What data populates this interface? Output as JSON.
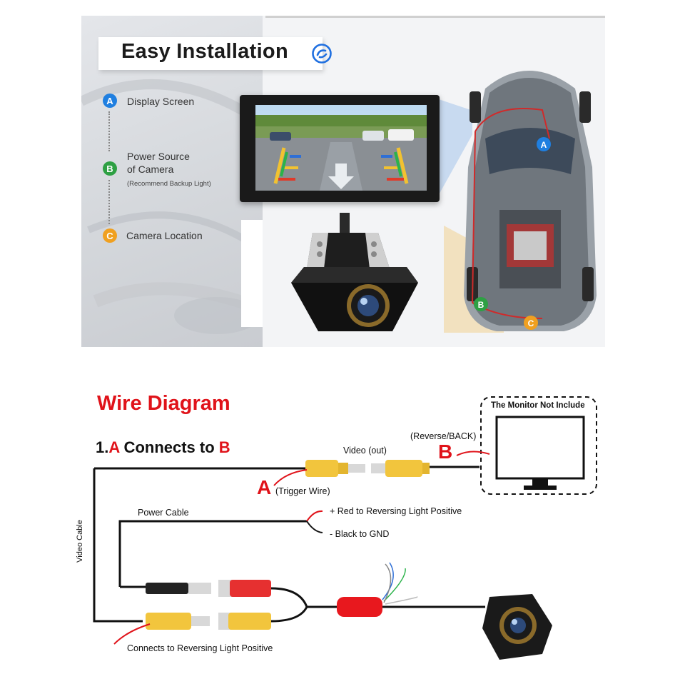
{
  "installation": {
    "title": "Easy Installation",
    "steps": [
      {
        "badge": "A",
        "label": "Display Screen",
        "note": ""
      },
      {
        "badge": "B",
        "label": "Power Source\nof Camera",
        "note": "(Recommend Backup Light)"
      },
      {
        "badge": "C",
        "label": "Camera Location",
        "note": ""
      }
    ],
    "car_markers": [
      "A",
      "B",
      "C"
    ],
    "colors": {
      "A": "#1f7fe0",
      "B": "#2ea043",
      "C": "#f0a020"
    }
  },
  "wire_diagram": {
    "title": "Wire Diagram",
    "subtitle_prefix": "1.",
    "subtitle_a": "A",
    "subtitle_mid": " Connects to ",
    "subtitle_b": "B",
    "monitor_label": "The Monitor Not Include",
    "labels": {
      "video_out": "Video (out)",
      "reverse_back": "(Reverse/BACK)",
      "marker_a": "A",
      "marker_b": "B",
      "trigger_wire": "(Trigger Wire)",
      "power_cable": "Power Cable",
      "red_positive": "+ Red to Reversing Light Positive",
      "black_gnd": "- Black to GND",
      "video_cable": "Video Cable",
      "reversing_positive": "Connects to Reversing Light Positive"
    }
  }
}
